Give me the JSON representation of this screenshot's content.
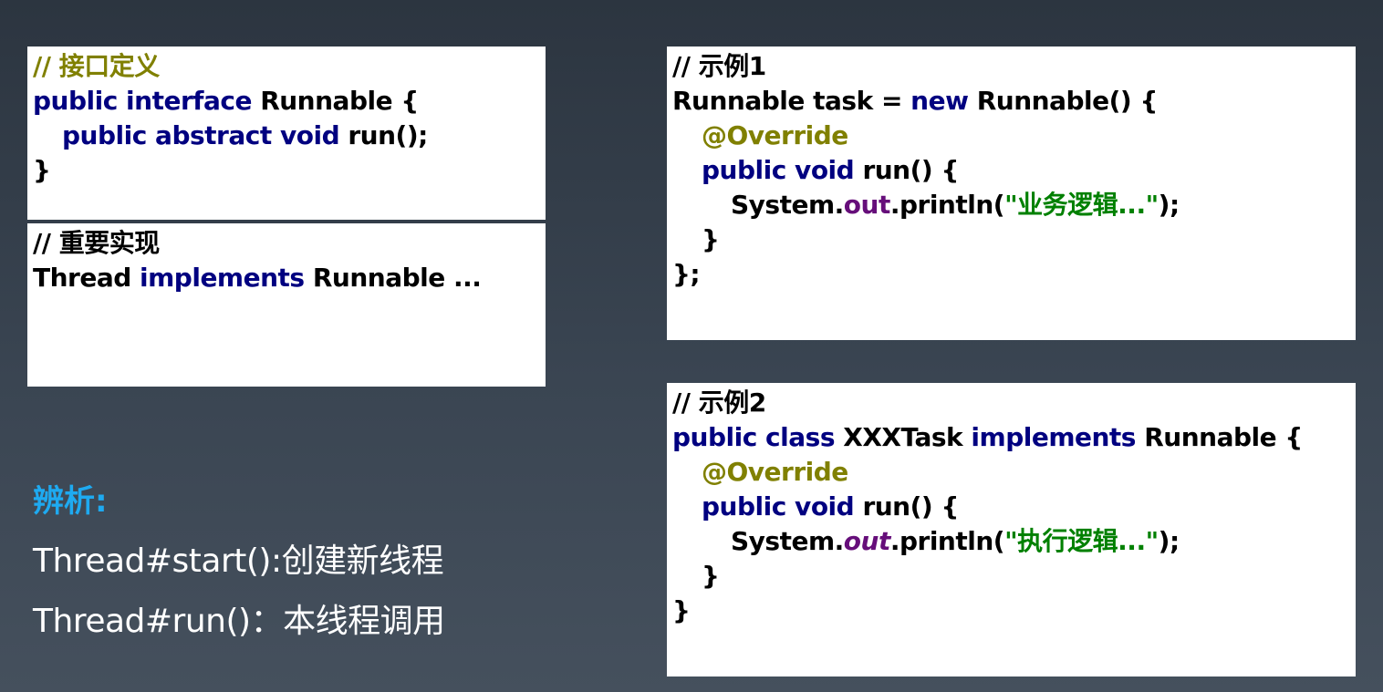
{
  "interface_box": {
    "comment": "// 接口定义",
    "l1_kw": "public interface ",
    "l1_name": "Runnable {",
    "l2_kw": "public abstract void ",
    "l2_rest": "run();",
    "l3": "}"
  },
  "impl_box": {
    "comment": "// 重要实现",
    "l1_a": "Thread ",
    "l1_kw": "implements ",
    "l1_b": "Runnable ..."
  },
  "example1": {
    "comment": "// 示例1",
    "l1_a": "Runnable task = ",
    "l1_kw": "new ",
    "l1_b": "Runnable() {",
    "annotation": "@Override",
    "l3_kw": "public void ",
    "l3_rest": "run() {",
    "l4_a": "System.",
    "l4_field": "out",
    "l4_b": ".println(",
    "l4_str": "\"业务逻辑...\"",
    "l4_c": ");",
    "l5": "}",
    "l6": "};"
  },
  "example2": {
    "comment": "// 示例2",
    "l1_kw1": "public class ",
    "l1_name": "XXXTask ",
    "l1_kw2": "implements ",
    "l1_b": "Runnable {",
    "annotation": "@Override",
    "l3_kw": "public void ",
    "l3_rest": "run() {",
    "l4_a": "System.",
    "l4_field": "out",
    "l4_b": ".println(",
    "l4_str": "\"执行逻辑...\"",
    "l4_c": ");",
    "l5": "}",
    "l6": "}"
  },
  "analysis": {
    "title": "辨析:",
    "line1": "Thread#start():创建新线程",
    "line2": "Thread#run()：本线程调用"
  },
  "colors": {
    "keyword": "#000080",
    "comment_olive": "#808000",
    "annotation": "#808000",
    "string": "#008000",
    "field": "#660e7a",
    "analysis_title": "#1eaaf1"
  }
}
